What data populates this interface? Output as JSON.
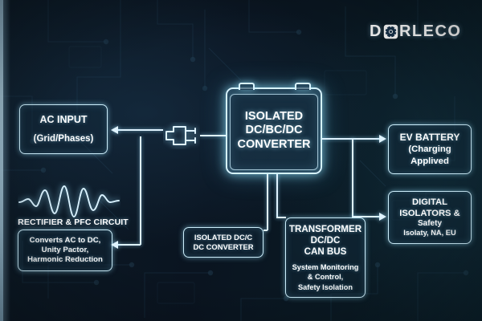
{
  "brand": {
    "name_before": "D",
    "icon": "gear-icon",
    "name_after": "RLECO",
    "full": "DORLECO"
  },
  "colors": {
    "background": "#0b1621",
    "neon_stroke": "#cdeefb",
    "neon_glow": "#8fd8f5",
    "text": "#ffffff",
    "edge_strip": "#b6d7e8"
  },
  "diagram": {
    "type": "block-diagram",
    "title_block": {
      "label_line1": "ISOLATED",
      "label_line2": "DC/BC/DC",
      "label_line3": "CONVERTER",
      "shape": "battery-icon"
    },
    "nodes": [
      {
        "id": "ac-input",
        "title": "AC INPUT",
        "subtitle": "(Grid/Phases)",
        "lines": [
          "AC INPUT",
          "(Grid/Phases)"
        ]
      },
      {
        "id": "rectifier-pfc",
        "caption": "RECTIFIER & PFC CIRCUIT",
        "icon": "waveform-icon",
        "lines": [
          "Converts AC to DC,",
          "Unity Pactor,",
          "Harmonic Reduction"
        ]
      },
      {
        "id": "isolated-dc-converter",
        "lines": [
          "ISOLATED DC/C",
          "DC CONVERTER"
        ]
      },
      {
        "id": "transformer-can-bus",
        "title_lines": [
          "TRANSFORMER",
          "DC/DC",
          "CAN BUS"
        ],
        "body_lines": [
          "System Monitoring",
          "& Control,",
          "Safety Isolation"
        ]
      },
      {
        "id": "ev-battery",
        "title": "EV BATTERY",
        "lines": [
          "EV BATTERY",
          "(Charging",
          "Applived"
        ]
      },
      {
        "id": "digital-isolators",
        "lines": [
          "DIGITAL",
          "ISOLATORS &",
          "Safety",
          "Isolaty, NA, EU"
        ]
      }
    ],
    "connectors": [
      {
        "from": "converter",
        "to": "ac-input",
        "direction": "left",
        "icon": "plug-icon"
      },
      {
        "from": "plug",
        "to": "rectifier-pfc",
        "direction": "left-down"
      },
      {
        "from": "converter",
        "to": "ev-battery",
        "direction": "right"
      },
      {
        "from": "converter",
        "to": "digital-isolators",
        "direction": "right-down"
      },
      {
        "from": "converter",
        "to": "transformer-can-bus",
        "direction": "down"
      },
      {
        "from": "converter",
        "to": "isolated-dc-converter",
        "direction": "down"
      }
    ]
  }
}
